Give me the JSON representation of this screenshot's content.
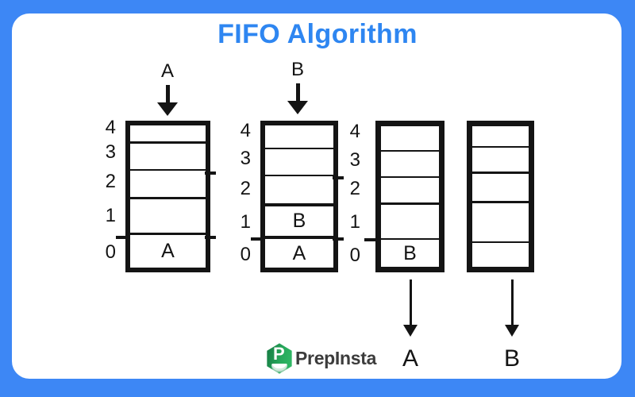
{
  "title": "FIFO Algorithm",
  "colors": {
    "frame_blue": "#3d87f5",
    "title_blue": "#2e86f1",
    "ink": "#141414",
    "logo_green": "#28a95c",
    "logo_green_dark": "#13753f",
    "logo_text_color": "#3c3c3c"
  },
  "queues": [
    {
      "name": "step-1",
      "index_labels": [
        "4",
        "3",
        "2",
        "1",
        "0"
      ],
      "slots": [
        "",
        "",
        "",
        "",
        "A"
      ],
      "incoming": "A"
    },
    {
      "name": "step-2",
      "index_labels": [
        "4",
        "3",
        "2",
        "1",
        "0"
      ],
      "slots": [
        "",
        "",
        "",
        "B",
        "A"
      ],
      "incoming": "B"
    },
    {
      "name": "step-3",
      "index_labels": [
        "4",
        "3",
        "2",
        "1",
        "0"
      ],
      "slots": [
        "",
        "",
        "",
        "",
        "B"
      ],
      "outgoing": "A"
    },
    {
      "name": "step-4",
      "index_labels": [],
      "slots": [
        "",
        "",
        "",
        "",
        ""
      ],
      "outgoing": "B"
    }
  ],
  "logo": {
    "text": "PrepInsta",
    "icon_letter": "P"
  }
}
